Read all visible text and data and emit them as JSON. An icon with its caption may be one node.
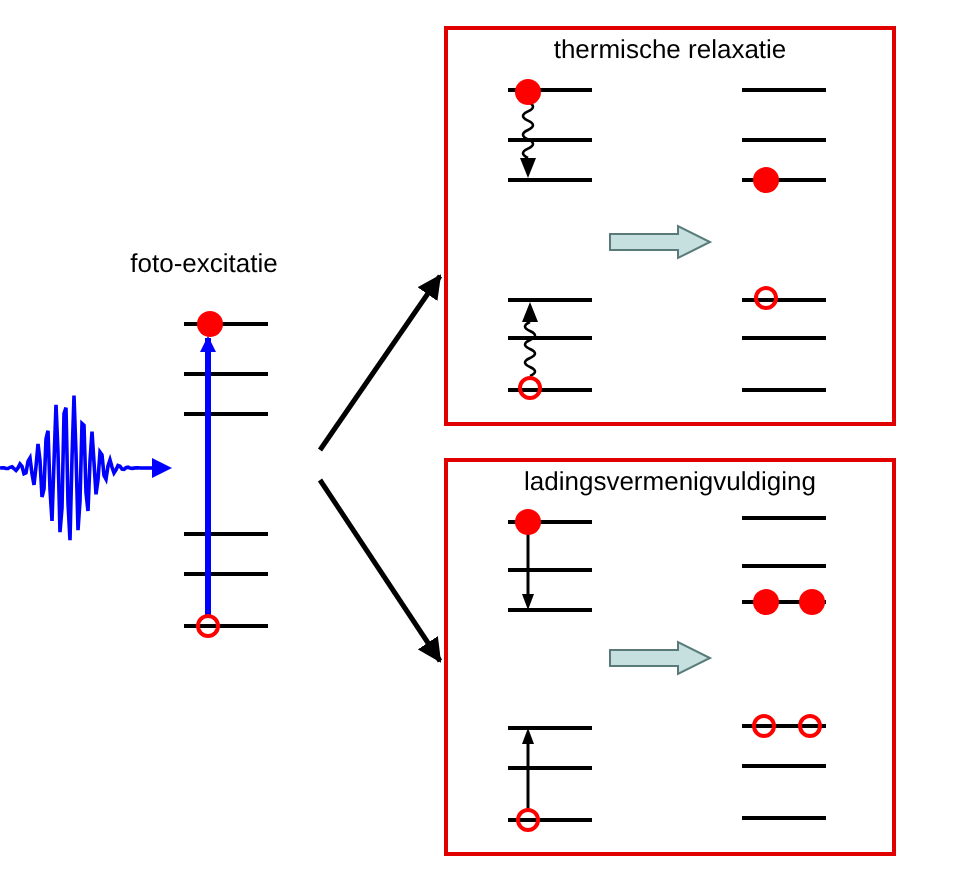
{
  "diagram": {
    "nodes": [
      {
        "text": [
          "foto-excitatie"
        ]
      },
      {
        "text": [
          "thermische relaxatie"
        ]
      },
      {
        "text": [
          "ladingsvermenigvuldiging"
        ]
      }
    ],
    "edges": [
      {
        "from": 0,
        "to": 1,
        "arrow": "to"
      },
      {
        "from": 0,
        "to": 2,
        "arrow": "to"
      }
    ]
  }
}
